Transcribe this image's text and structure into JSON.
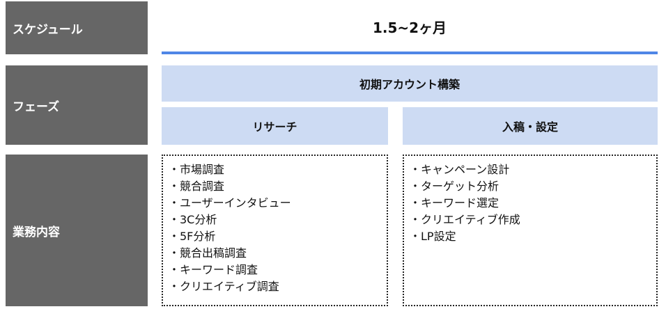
{
  "labels": {
    "schedule": "スケジュール",
    "phase": "フェーズ",
    "tasks": "業務内容"
  },
  "schedule": {
    "duration": "1.5~2ヶ月"
  },
  "phase": {
    "main": "初期アカウント構築",
    "sub": [
      "リサーチ",
      "入稿・設定"
    ]
  },
  "tasks": {
    "research": [
      "・市場調査",
      "・競合調査",
      "・ユーザーインタビュー",
      "・3C分析",
      "・5F分析",
      "・競合出稿調査",
      " ・キーワード調査",
      "・クリエイティブ調査"
    ],
    "setup": [
      "・キャンペーン設計",
      "・ターゲット分析",
      "・キーワード選定",
      " ・クリエイティブ作成",
      " ・LP設定"
    ]
  },
  "colors": {
    "label_bg": "#666666",
    "accent": "#4f86e6",
    "phase_bg": "#cddbf3"
  }
}
